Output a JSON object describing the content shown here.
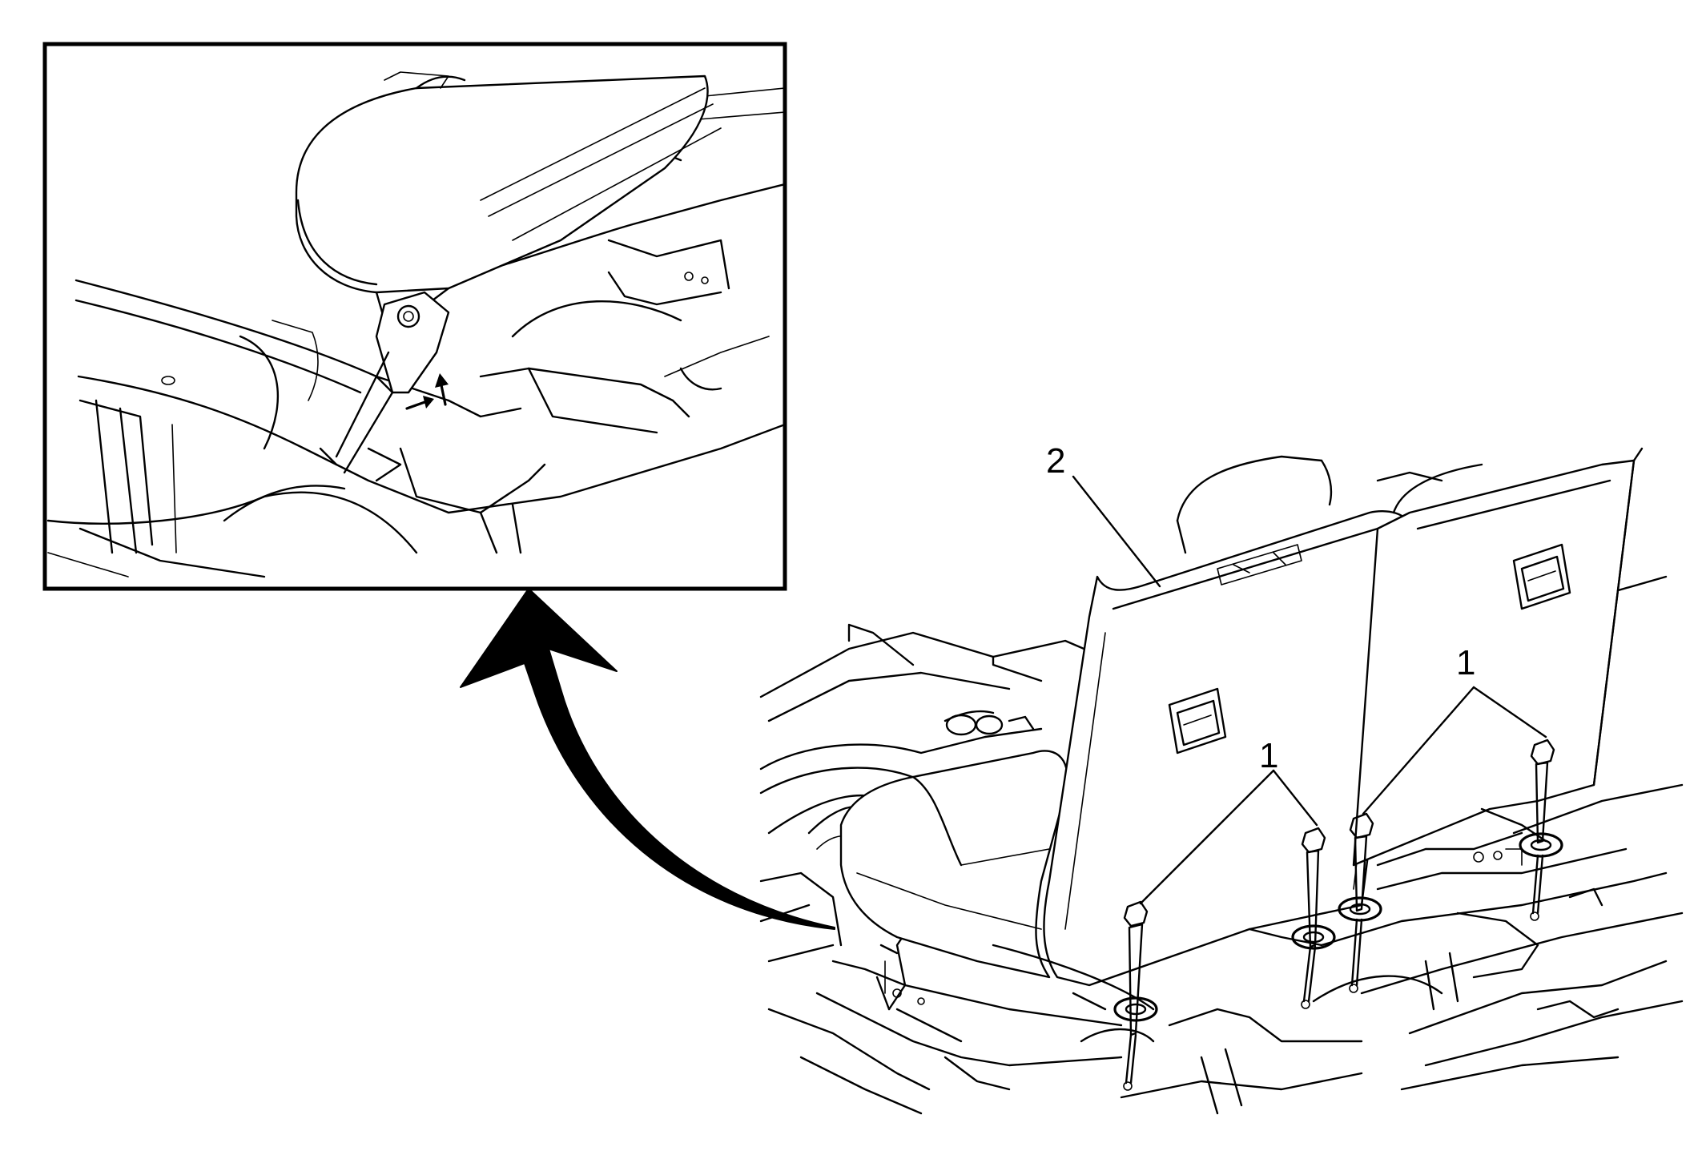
{
  "diagram": {
    "callouts": [
      {
        "id": "2",
        "label": "2"
      },
      {
        "id": "1a",
        "label": "1"
      },
      {
        "id": "1b",
        "label": "1"
      }
    ],
    "icons": [
      "curved-arrow-icon",
      "lift-arrow-icon",
      "push-arrow-icon"
    ],
    "colors": {
      "line": "#000000",
      "background": "#ffffff"
    }
  }
}
